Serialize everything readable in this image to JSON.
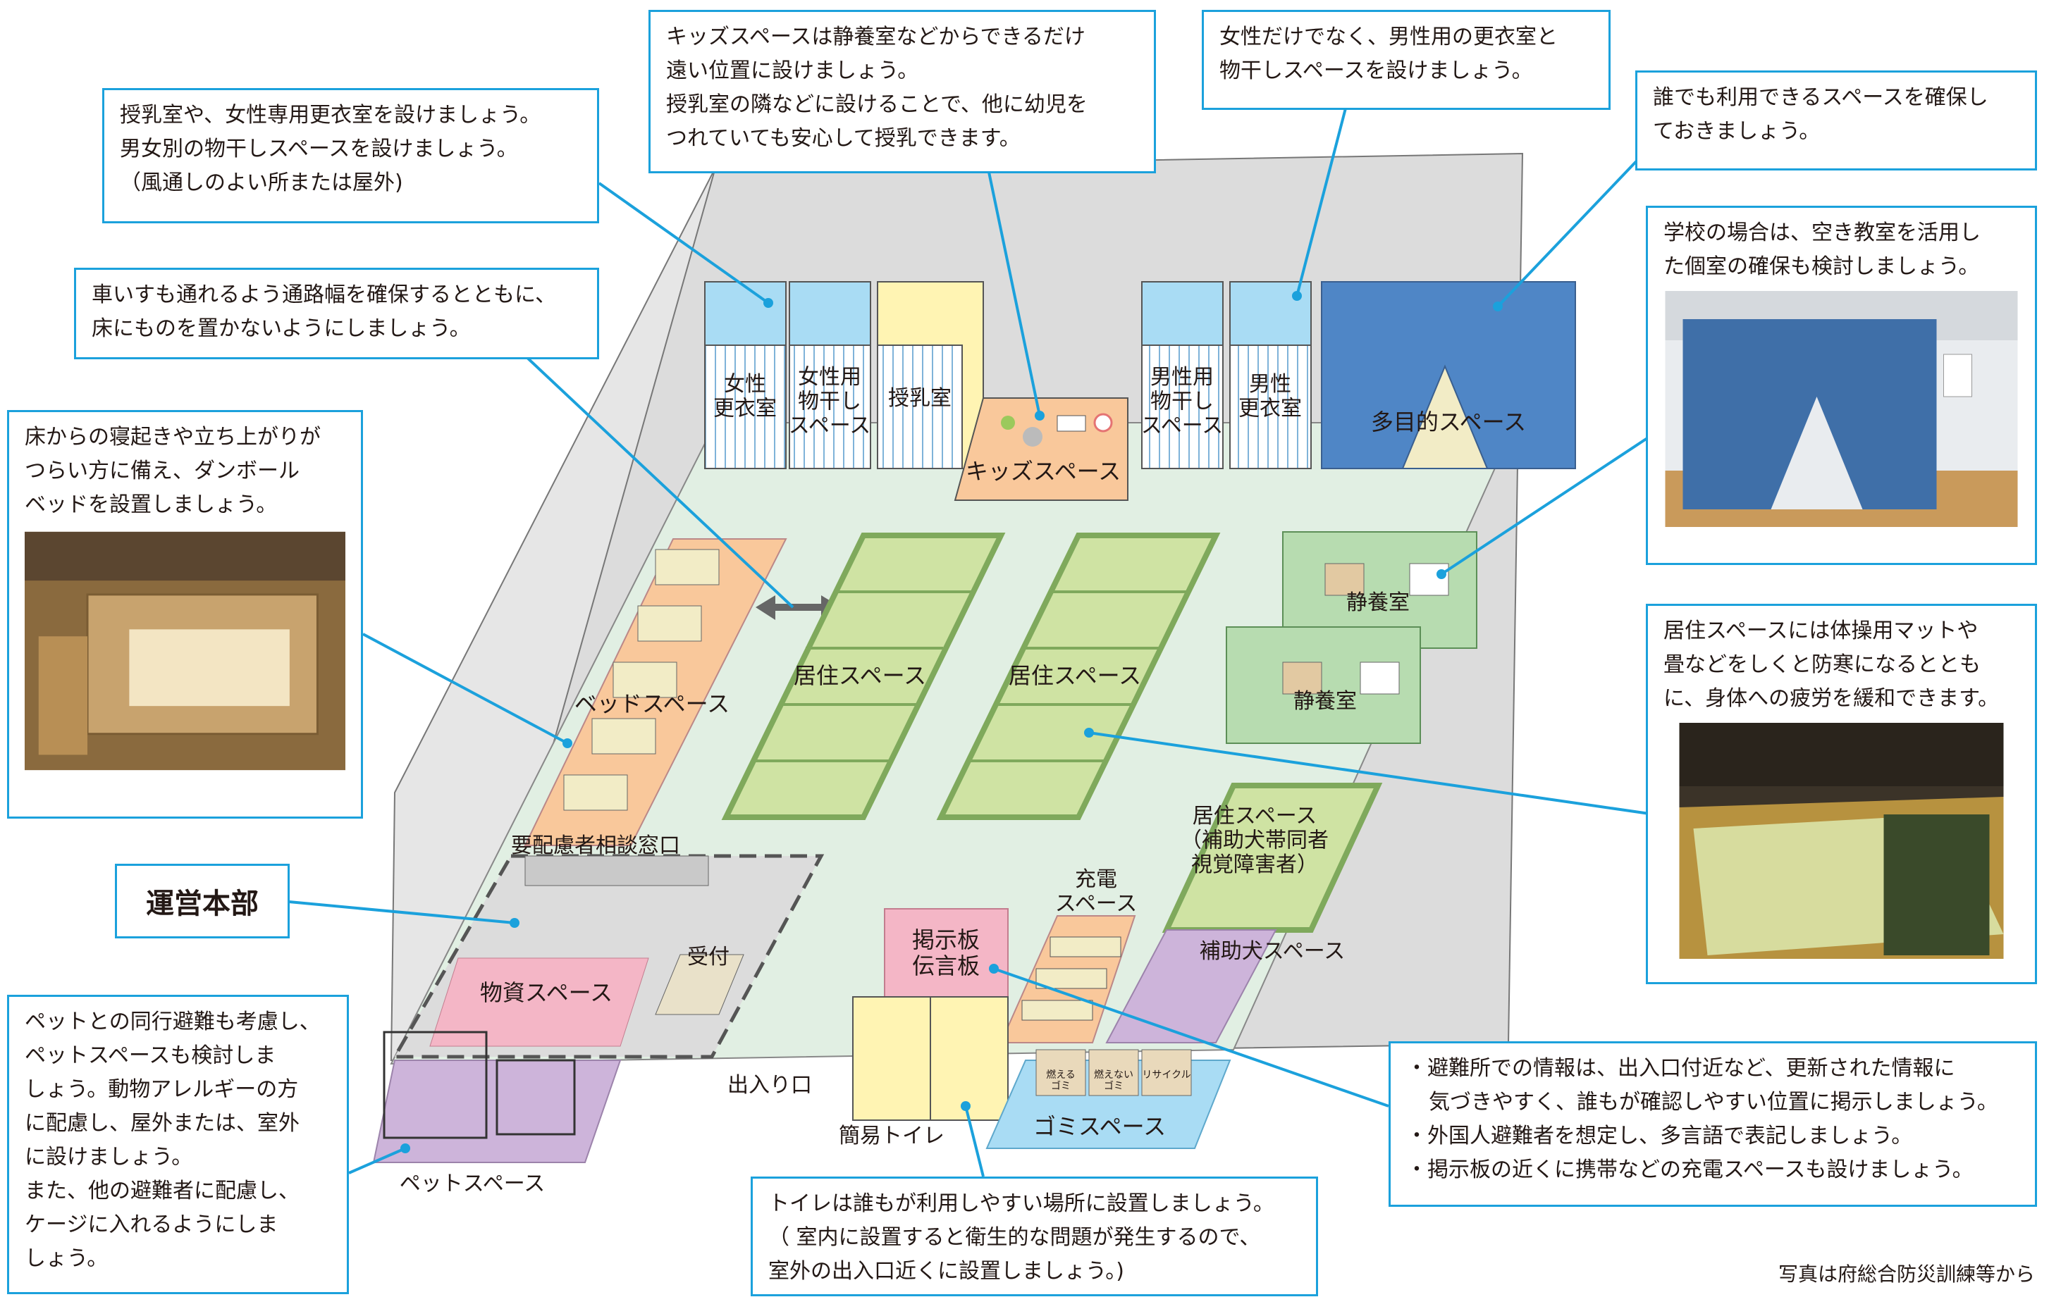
{
  "notes": {
    "nursing": [
      "授乳室や、女性専用更衣室を設けましょう。",
      "男女別の物干しスペースを設けましょう。",
      "（風通しのよい所または屋外)"
    ],
    "kids": [
      "キッズスペースは静養室などからできるだけ",
      "遠い位置に設けましょう。",
      "授乳室の隣などに設けることで、他に幼児を",
      "つれていても安心して授乳できます。"
    ],
    "mens": [
      "女性だけでなく、男性用の更衣室と",
      "物干しスペースを設けましょう。"
    ],
    "multipurpose": [
      "誰でも利用できるスペースを確保し",
      "ておきましょう。"
    ],
    "wheelchair": [
      "車いすも通れるよう通路幅を確保するとともに、",
      "床にものを置かないようにしましょう。"
    ],
    "school": [
      "学校の場合は、空き教室を活用し",
      "た個室の確保も検討しましょう。"
    ],
    "bed": [
      "床からの寝起きや立ち上がりが",
      "つらい方に備え、ダンボール",
      "ベッドを設置しましょう。"
    ],
    "living": [
      "居住スペースには体操用マットや",
      "畳などをしくと防寒になるととも",
      "に、身体への疲労を緩和できます。"
    ],
    "pet": [
      "ペットとの同行避難も考慮し、",
      "ペットスペースも検討しま",
      "しょう。動物アレルギーの方",
      "に配慮し、屋外または、室外",
      "に設けましょう。",
      "また、他の避難者に配慮し、",
      "ケージに入れるようにしま",
      "しょう。"
    ],
    "board": [
      "・避難所での情報は、出入口付近など、更新された情報に",
      "気づきやすく、誰もが確認しやすい位置に掲示しましょう。",
      "・外国人避難者を想定し、多言語で表記しましょう。",
      "・掲示板の近くに携帯などの充電スペースも設けましょう。"
    ],
    "toilet": [
      "トイレは誰もが利用しやすい場所に設置しましょう。",
      "（ 室内に設置すると衛生的な問題が発生するので、",
      "室外の出入口近くに設置しましょう。)"
    ]
  },
  "hq_label": "運営本部",
  "credit": "写真は府総合防災訓練等から",
  "areas": {
    "women_dressing": "女性\n更衣室",
    "women_laundry": "女性用\n物干し\nスペース",
    "nursing_room": "授乳室",
    "kids_space": "キッズスペース",
    "men_laundry": "男性用\n物干し\nスペース",
    "men_dressing": "男性\n更衣室",
    "multipurpose": "多目的スペース",
    "bed_space": "ベッドスペース",
    "living_1": "居住スペース",
    "living_2": "居住スペース",
    "rest_room_1": "静養室",
    "rest_room_2": "静養室",
    "living_guide_dog": "居住スペース\n（補助犬帯同者\n視覚障害者）",
    "consult_window": "要配慮者相談窓口",
    "reception": "受付",
    "supplies": "物資スペース",
    "charging": "充電\nスペース",
    "guide_dog_space": "補助犬スペース",
    "bulletin_board": "掲示板\n伝言板",
    "entrance": "出入り口",
    "toilet": "簡易トイレ",
    "garbage": "ゴミスペース",
    "pet_space": "ペットスペース"
  },
  "garbage_boxes": [
    "燃える\nゴミ",
    "燃えない\nゴミ",
    "リサイクル"
  ],
  "colors": {
    "accent": "#1ba1dc",
    "floor": "#e1efe3",
    "mat": "#cfe3a3",
    "mat_border": "#7fa95c",
    "orange_zone": "#f9c89b",
    "pink_zone": "#f4b6c6",
    "purple_zone": "#cdb4da",
    "light_blue": "#a9dcf4",
    "multipurpose_blue": "#4f86c6",
    "green_room": "#b7dcb0"
  }
}
